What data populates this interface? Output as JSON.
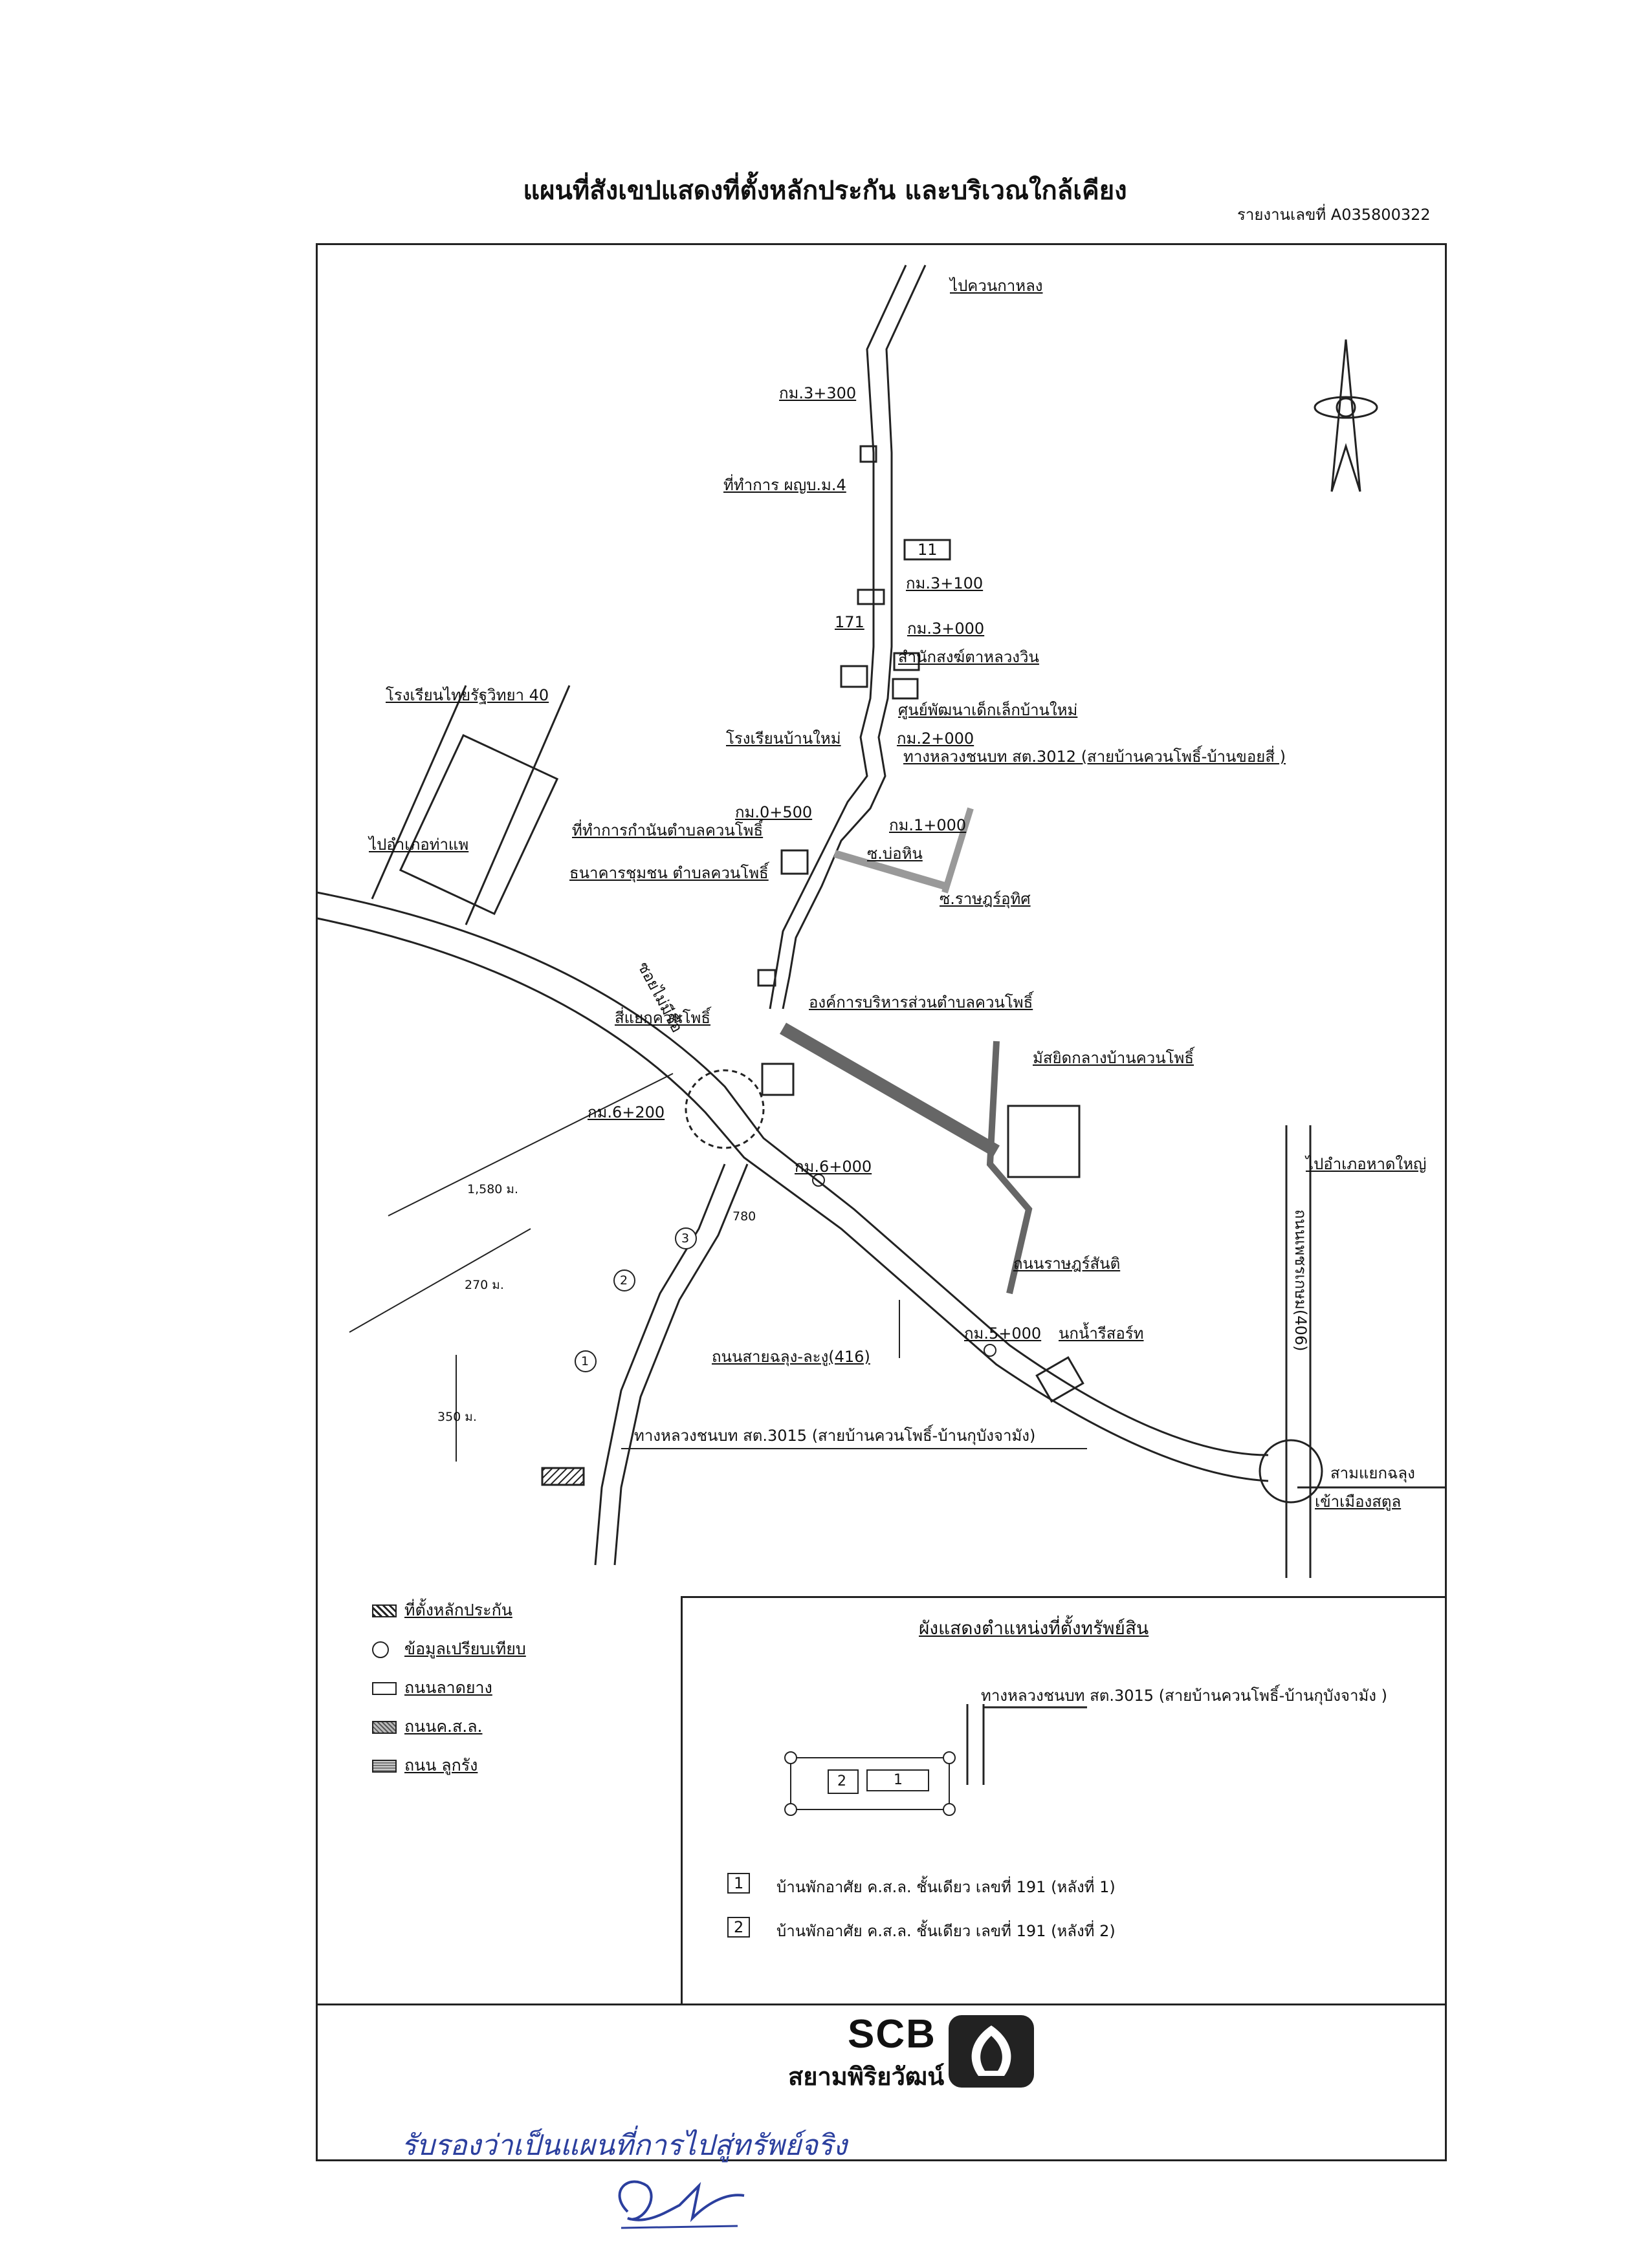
{
  "header": {
    "title": "แผนที่สังเขปแสดงที่ตั้งหลักประกัน และบริเวณใกล้เคียง",
    "report_no": "รายงานเลขที่  A035800322"
  },
  "map": {
    "labels": {
      "to_khuan_kalong": "ไปควนกาหลง",
      "km_3_300": "กม.3+300",
      "village4_office": "ที่ทำการ ผญบ.ม.4",
      "road_11": "11",
      "km_3_100": "กม.3+100",
      "road_171": "171",
      "km_3_000": "กม.3+000",
      "monk_office": "สำนักสงฆ์ตาหลวงวิน",
      "child_center": "ศูนย์พัฒนาเด็กเล็กบ้านใหม่",
      "km_2_000": "กม.2+000",
      "ban_mai_school": "โรงเรียนบ้านใหม่",
      "road_3012": "ทางหลวงชนบท สต.3012 (สายบ้านควนโพธิ์-บ้านขอยสี่ )",
      "thai_rath_school": "โรงเรียนไทยรัฐวิทยา 40",
      "to_tha_phae": "ไปอำเภอท่าแพ",
      "km_0_500": "กม.0+500",
      "kamnan_office": "ที่ทำการกำนันตำบลควนโพธิ์",
      "km_1_000": "กม.1+000",
      "soi_bo_hin": "ซ.บ่อหิน",
      "community_bank": "ธนาคารชุมชน ตำบลควนโพธิ์",
      "soi_ratsadon_uthit": "ซ.ราษฎร์อุทิศ",
      "soi_no_name": "ซอยไม่มีชื่อ",
      "sao_office": "องค์การบริหารส่วนตำบลควนโพธิ์",
      "intersection_khuan_pho": "สี่แยกควนโพธิ์",
      "mosque": "มัสยิดกลางบ้านควนโพธิ์",
      "km_6_200": "กม.6+200",
      "km_6_000": "กม.6+000",
      "to_hat_yai": "ไปอำเภอหาดใหญ่",
      "dist_1580": "1,580 ม.",
      "dist_780": "780",
      "ratsadon_santi_road": "ถนนราษฎร์สันติ",
      "dist_270": "270 ม.",
      "sai_road": "ถนนสายฉลุง-ละงู(416)",
      "km_5_000": "กม.5+000",
      "bird_resort": "นกน้ำรีสอร์ท",
      "dist_350": "350 ม.",
      "phetkasem_road": "ถนนเพชรเกษม(406)",
      "road_3015": "ทางหลวงชนบท สต.3015 (สายบ้านควนโพธิ์-บ้านกุบังจามัง)",
      "three_way_chalung": "สามแยกฉลุง",
      "to_satun": "เข้าเมืองสตูล",
      "comp1": "1",
      "comp2": "2",
      "comp3": "3"
    }
  },
  "legend": {
    "collateral": "ที่ตั้งหลักประกัน",
    "comparison": "ข้อมูลเปรียบเทียบ",
    "asphalt": "ถนนลาดยาง",
    "concrete": "ถนนค.ส.ล.",
    "laterite": "ถนน ลูกรัง"
  },
  "property_panel": {
    "title": "ผังแสดงตำแหน่งที่ตั้งทรัพย์สิน",
    "road": "ทางหลวงชนบท สต.3015 (สายบ้านควนโพธิ์-บ้านกุบังจามัง )",
    "building1_no": "1",
    "building2_no": "2",
    "items": [
      {
        "no": "1",
        "text": "บ้านพักอาศัย ค.ส.ล. ชั้นเดียว เลขที่ 191 (หลังที่ 1)"
      },
      {
        "no": "2",
        "text": "บ้านพักอาศัย ค.ส.ล. ชั้นเดียว เลขที่ 191 (หลังที่ 2)"
      }
    ]
  },
  "footer": {
    "brand": "SCB",
    "brand_th": "สยามพิริยวัฒน์",
    "handwritten_note": "รับรองว่าเป็นแผนที่การไปสู่ทรัพย์จริง"
  }
}
